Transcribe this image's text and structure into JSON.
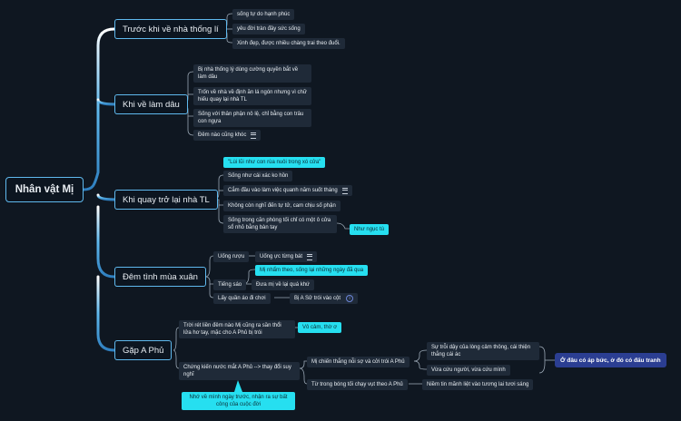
{
  "root": "Nhân vật Mị",
  "colors": {
    "background": "#0f1721",
    "branch": "#5fb9ee",
    "callout": "#26dff0",
    "summary": "#2b3e92"
  },
  "topics": {
    "t1": "Trước khi về nhà thống lí",
    "t2": "Khi về làm dâu",
    "t3": "Khi quay trở lại nhà TL",
    "t4": "Đêm tình mùa xuân",
    "t5": "Gặp A Phủ"
  },
  "t1_items": [
    "sống tự do hạnh phúc",
    "yêu đời tràn đầy sức sống",
    "Xinh đẹp, được nhiều chàng trai theo đuổi."
  ],
  "t2_items": [
    "Bị nhà thống lý dùng cường quyền bắt về làm dâu",
    "Trốn về nhà về định ăn lá ngón nhưng vì chữ hiếu quay lại nhà TL",
    "Sống với thân phận nô lệ, chỉ bằng con trâu con ngựa",
    "Đêm nào cũng khóc"
  ],
  "t3_callout": "\"Lùi lũi như con rùa nuôi trong xó cửa\"",
  "t3_items": [
    "Sống như cái xác ko hồn",
    "Cắm đầu vào làm việc quanh năm suốt tháng",
    "Không còn nghĩ đến tự tử, cam chịu số phận",
    "Sống trong căn phòng tối chỉ có một ô cửa sổ nhỏ bằng bàn tay"
  ],
  "t3_prison": "Như ngục tù",
  "t4_items": {
    "uong_ruou": "Uống rượu",
    "uong_uc": "Uống ực từng bát",
    "tieng_sao": "Tiếng sáo",
    "nham_theo": "Mị nhẩm theo, sống lại những ngày đã qua",
    "dua_mi": "Đưa mị về lại quá khứ",
    "lay_quan": "Lấy quần áo đi chơi",
    "bi_troi": "Bị A Sử trói vào cột"
  },
  "t5_items": {
    "troi_ret": "Trời rét liền đêm nào Mị cũng ra sần thổi lửa hơ tay, mặc cho A Phủ bị trói",
    "vo_cam": "Vô cảm, thờ ơ",
    "chung_kien": "Chứng kiến nước mắt A Phủ --> thay đổi suy nghĩ",
    "nho_ve": "Nhớ về mình ngày trước, nhận ra sự bất công của cuộc đời",
    "chien_thang": "Mị chiến thắng nỗi sợ và cởi trói A Phủ",
    "su_troi_day": "Sự trỗi dậy của lòng cảm thông, cái thiện thắng cái ác",
    "vua_cuu": "Vừa cứu người, vừa cứu mình",
    "tu_trong": "Từ trong bóng tối chạy vụt theo A Phủ",
    "niem_tin": "Niềm tin mãnh liệt vào tương lai tươi sáng"
  },
  "summary": "Ở đâu có áp bức, ở đó có đấu tranh"
}
